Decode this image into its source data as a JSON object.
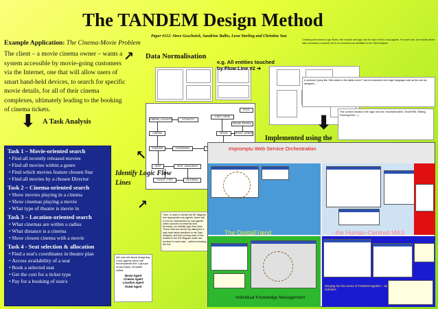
{
  "poster": {
    "title": "The TANDEM Design Method",
    "subtitle": "Paper #112: Steve Goschnick, Sandrine Balbo, Leon Sterling and Christine Sun"
  },
  "example": {
    "label": "Example Application:",
    "app": "The Cinema-Movie Problem",
    "text": "The client – a movie cinema owner – wants a system accessible by movie-going customers via the Internet, one that will allow users of smart hand-held devices, to search for specific movie details, for all of their cinema complexes, ultimately leading to the booking of cinema tickets."
  },
  "headings": {
    "task_analysis": "A Task Analysis",
    "data_norm": "Data Normalisation",
    "entities": "e.g. All entities touched by Flow Line #2 ➔",
    "logic_flow": "Identify Logic Flow Lines",
    "implemented": "Implemented using the DigitalFriend MAS…"
  },
  "tasks": [
    {
      "title": "Task 1 – Movie-oriented search",
      "items": [
        "Find all recently released movies",
        "Find all movies within a genre",
        "Find which movies feature chosen Star",
        "Find all movies by a chosen Director"
      ]
    },
    {
      "title": "Task 2 – Cinema-oriented search",
      "items": [
        "Show movies playing in a cinema",
        "Show cinemas playing a movie",
        "What type of theatre is movie in"
      ]
    },
    {
      "title": "Task 3 – Location-oriented search",
      "items": [
        "What cinemas are within a radius",
        "What distance is a cinema",
        "Show closest cinema with a movie"
      ]
    },
    {
      "title": "Task 4 - Seat selection & allocation",
      "items": [
        "Find a seat's coordinates in theatre plan",
        "Access availability of a seat",
        "Book a selected seat",
        "Get the cost for a ticket type",
        "Pay for a booking of seat/s"
      ]
    }
  ],
  "er_entities": [
    "CINEMA_LOCALITY",
    "LOCALITY",
    "CINEMA",
    "CAST_CREW",
    "ROLE",
    "MOVIE_PEOPLE",
    "MOVIE",
    "MOVIE_GENRE",
    "THEATRE",
    "SCREENING",
    "MOVIE_SESSION",
    "GENRE",
    "SEAT",
    "SEAT_AVAILABLE",
    "TICKET_TYPE",
    "BOOKING"
  ],
  "notes": {
    "top_right": "Creating well-formed Logic Rules. We include one logic rule for each of the 4 sub-agents. For each rule, we include all the data necessary to answer all of our scenarios as identified in the Task Analysis.",
    "sql_note": "A common Query like 'Who starts in the latest movie?' can be answered via a logic language such as the one we designed …",
    "correct_results": "The correct results to the logic rule are: movie(MovieID, MovieTitle, Rating, RunningTime…)",
    "order_divide": "Then, in order to divide the ER diagram into appropriate sub-agents, which will in turn be represented by sub-agents (often sourced via external web services), we identify logic flow lines. These lines are shown by taking the 4 high level tasks identified in the Task Analysis, and then joining each of the entities in the ER diagram which are involved in each task – without breaking the line",
    "designing": "We now set about designing 4 sub-agents which will encompasses the 4 groups of sub-tasks, hereafter called:",
    "agent_names": [
      "Movie Agent",
      "Cinema Agent",
      "Location Agent",
      "Ticket Agent"
    ]
  },
  "mas": {
    "orchestration": "Impromptu Web Service Orchestration",
    "digitalfriend": "The DigitalFriend",
    "human_centred": "- the Human-Centred MAS",
    "ikm": "Individual Knowledge Management",
    "bottom_right_text": "Bringing the four areas of TANDEM together - via Indicates"
  },
  "colors": {
    "panel_blue": "#1a2a8c",
    "green": "#2eb82e",
    "blue_quad": "#1a1ad0",
    "sky": "#4a9ad8",
    "red": "#e01010"
  }
}
